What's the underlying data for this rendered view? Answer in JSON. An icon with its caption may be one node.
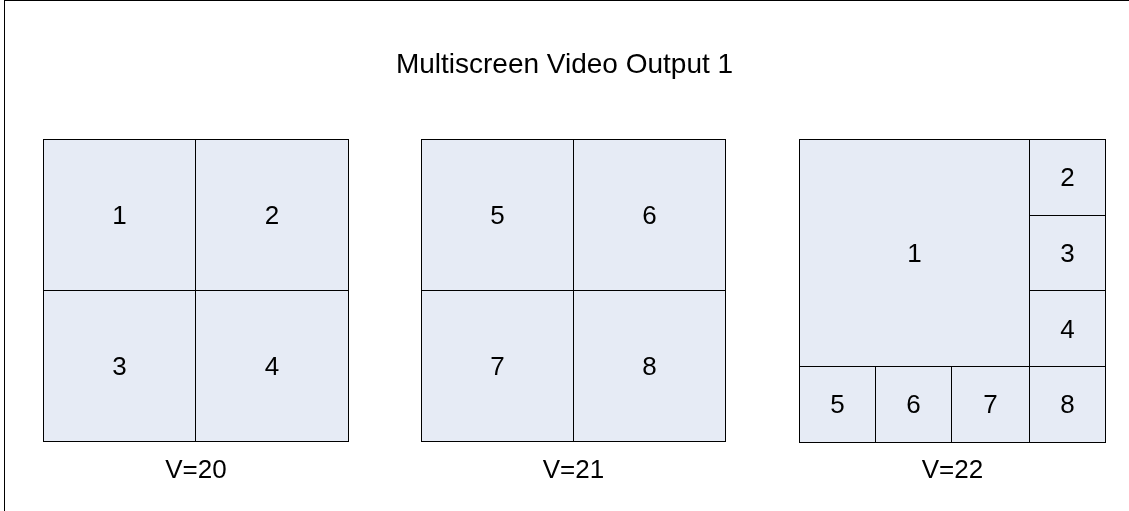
{
  "diagram": {
    "title": "Multiscreen Video Output 1",
    "nodes": [
      {
        "text": [],
        "shape": "box",
        "beside": [
          "V=20"
        ]
      },
      {
        "text": [
          "1"
        ],
        "in": 0
      },
      {
        "text": [
          "2"
        ],
        "in": 0
      },
      {
        "text": [
          "3"
        ],
        "in": 0
      },
      {
        "text": [
          "4"
        ],
        "in": 0
      },
      {
        "text": [],
        "shape": "box",
        "beside": [
          "V=21"
        ]
      },
      {
        "text": [
          "5"
        ],
        "in": 5
      },
      {
        "text": [
          "6"
        ],
        "in": 5
      },
      {
        "text": [
          "7"
        ],
        "in": 5
      },
      {
        "text": [
          "8"
        ],
        "in": 5
      },
      {
        "text": [],
        "shape": "box",
        "beside": [
          "V=22"
        ]
      },
      {
        "text": [
          "1"
        ],
        "in": 10
      },
      {
        "text": [
          "2"
        ],
        "in": 10
      },
      {
        "text": [
          "3"
        ],
        "in": 10
      },
      {
        "text": [
          "4"
        ],
        "in": 10
      },
      {
        "text": [
          "5"
        ],
        "in": 10
      },
      {
        "text": [
          "6"
        ],
        "in": 10
      },
      {
        "text": [
          "7"
        ],
        "in": 10
      },
      {
        "text": [
          "8"
        ],
        "in": 10
      }
    ],
    "edges": []
  }
}
